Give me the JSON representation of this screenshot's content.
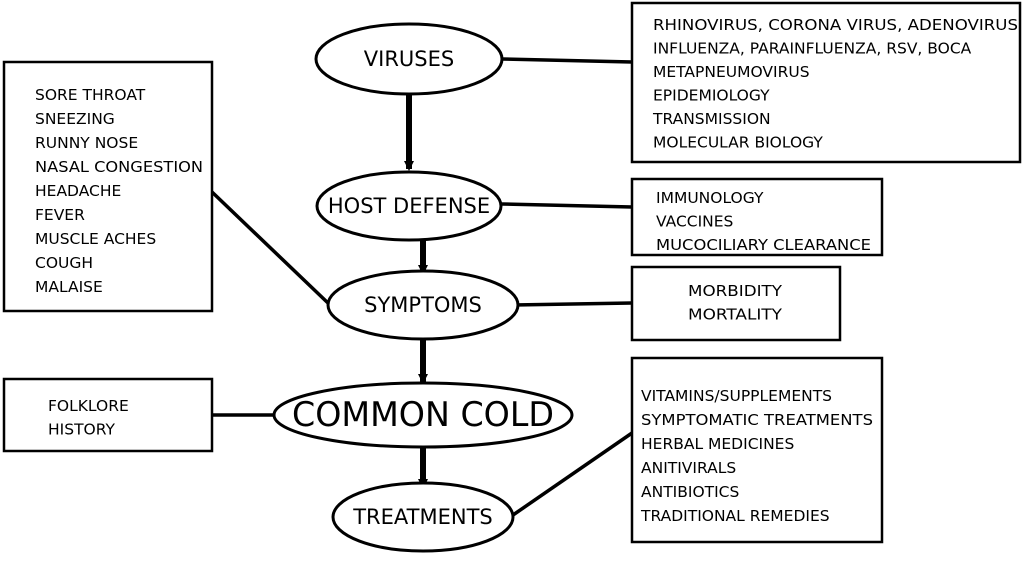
{
  "colors": {
    "stroke": "#000000",
    "fill": "#ffffff",
    "text": "#000000"
  },
  "nodes": {
    "viruses": "VIRUSES",
    "host_defense": "HOST DEFENSE",
    "symptoms": "SYMPTOMS",
    "common_cold": "COMMON COLD",
    "treatments": "TREATMENTS"
  },
  "boxes": {
    "viruses_topics": [
      "RHINOVIRUS, CORONA VIRUS, ADENOVIRUS",
      "INFLUENZA, PARAINFLUENZA, RSV, BOCA",
      "METAPNEUMOVIRUS",
      "EPIDEMIOLOGY",
      "TRANSMISSION",
      "MOLECULAR BIOLOGY"
    ],
    "host_defense_topics": [
      "IMMUNOLOGY",
      "VACCINES",
      "MUCOCILIARY CLEARANCE"
    ],
    "symptom_list": [
      "SORE THROAT",
      "SNEEZING",
      "RUNNY NOSE",
      "NASAL CONGESTION",
      "HEADACHE",
      "FEVER",
      "MUSCLE ACHES",
      "COUGH",
      "MALAISE"
    ],
    "symptom_outcomes": [
      "MORBIDITY",
      "MORTALITY"
    ],
    "cold_background": [
      "FOLKLORE",
      "HISTORY"
    ],
    "treatment_list": [
      "VITAMINS/SUPPLEMENTS",
      "SYMPTOMATIC TREATMENTS",
      "HERBAL MEDICINES",
      "ANITIVIRALS",
      "ANTIBIOTICS",
      "TRADITIONAL REMEDIES"
    ]
  }
}
